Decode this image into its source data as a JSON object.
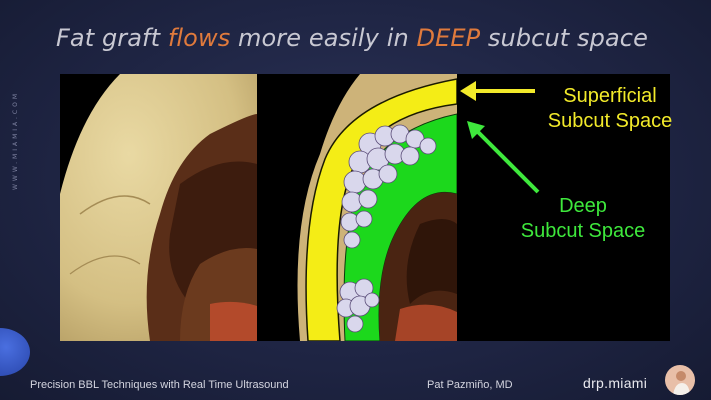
{
  "slide": {
    "title_parts": {
      "p1": "Fat graft ",
      "p2": "flows",
      "p3": " more easily in ",
      "p4": "DEEP",
      "p5": " subcut space"
    },
    "side_watermark": "WWW.MIAMIA.COM",
    "labels": {
      "superficial_line1": "Superficial",
      "superficial_line2": "Subcut Space",
      "deep_line1": "Deep",
      "deep_line2": "Subcut Space"
    },
    "colors": {
      "accent": "#e07a3c",
      "superficial": "#f2ea2a",
      "deep": "#3ee83c",
      "background": "#1f2544"
    },
    "footer": {
      "course": "Precision BBL Techniques with Real Time Ultrasound",
      "author": "Pat Pazmiño, MD",
      "brand": "drp.miami"
    }
  }
}
